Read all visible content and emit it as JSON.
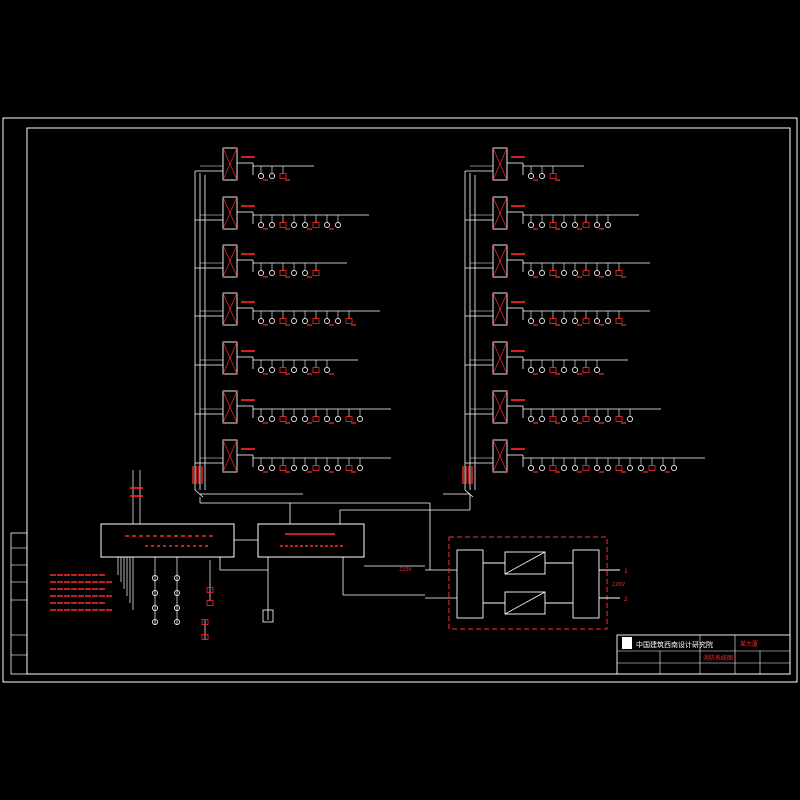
{
  "colors": {
    "background": "#000000",
    "frame": "#ffffff",
    "wiring": "#ffffff",
    "annotation": "#ff2a2a"
  },
  "ups_output": {
    "phase_label": "1",
    "volts_label": "220V",
    "neutral_label": "2"
  },
  "controller_feed_label": "220V",
  "title_block": {
    "company": "中国建筑西南设计研究院",
    "project": "某大厦",
    "drawing_name": "消防系统图"
  },
  "icon_names": [
    "panel-icon",
    "detector-icon",
    "module-icon",
    "ups-rectifier-icon",
    "ups-inverter-icon"
  ]
}
